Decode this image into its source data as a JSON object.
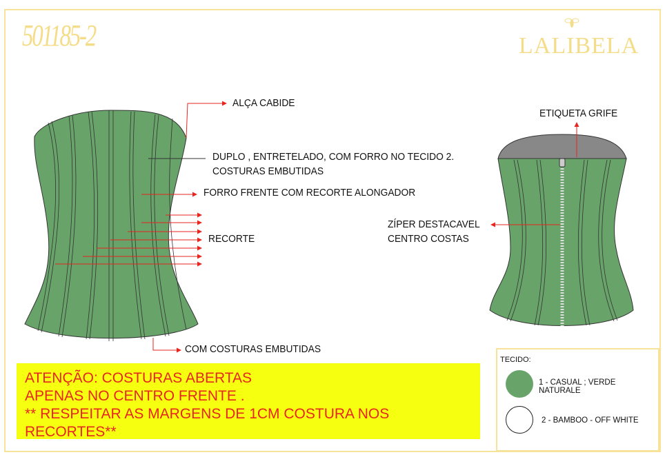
{
  "header": {
    "style_code": "501185-2",
    "brand": "LALIBELA"
  },
  "front_labels": {
    "strap": "ALÇA CABIDE",
    "double_line1": "DUPLO , ENTRETELADO, COM FORRO NO TECIDO 2.",
    "double_line2": "COSTURAS EMBUTIDAS",
    "lining": "FORRO FRENTE COM RECORTE ALONGADOR",
    "panel": "RECORTE",
    "hem": "COM COSTURAS EMBUTIDAS"
  },
  "back_labels": {
    "tag": "ETIQUETA GRIFE",
    "zip_line1": "ZÍPER DESTACAVEL",
    "zip_line2": "CENTRO COSTAS"
  },
  "note": {
    "line1": "ATENÇÃO: COSTURAS ABERTAS",
    "line2": "APENAS NO CENTRO FRENTE .",
    "line3": "** RESPEITAR AS MARGENS DE 1CM COSTURA NOS RECORTES**"
  },
  "legend": {
    "title": "TECIDO:",
    "items": [
      {
        "label": "1 - CASUAL ; VERDE NATURALE",
        "color": "#68a36a"
      },
      {
        "label": "2 - BAMBOO - OFF WHITE",
        "color": "#ffffff"
      }
    ]
  }
}
